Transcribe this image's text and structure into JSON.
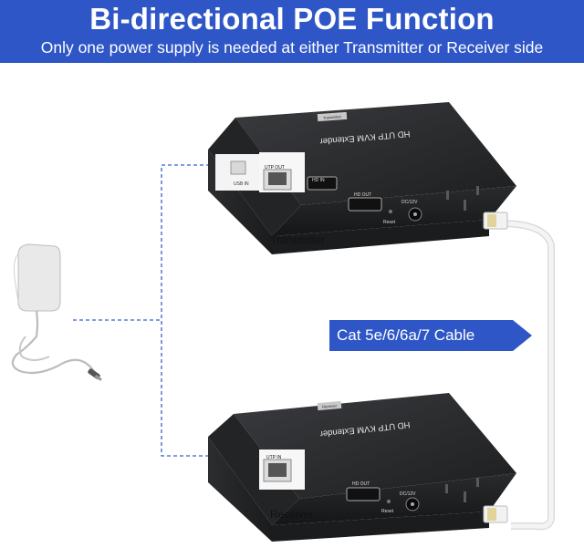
{
  "header": {
    "title": "Bi-directional POE Function",
    "subtitle": "Only one power supply is needed at either Transmitter or Receiver side",
    "background_color": "#2f56c6"
  },
  "transmitter": {
    "label": "Transmitter",
    "top_text": "HD UTP KVM Extender",
    "badge": "Transmitter",
    "ports": {
      "usb_in": "USB IN",
      "utp_out": "UTP OUT",
      "hd_in": "HD IN",
      "hd_out": "HD OUT",
      "dc": "DC/12V",
      "reset": "Reset"
    }
  },
  "receiver": {
    "label": "Receiver",
    "top_text": "HD UTP KVM Extender",
    "badge": "Receiver",
    "ports": {
      "utp_in": "UTP IN",
      "hd_out": "HD OUT",
      "dc": "DC/12V",
      "reset": "Reset"
    }
  },
  "cable": {
    "label": "Cat 5e/6/6a/7 Cable",
    "tag_color": "#2f56c6"
  },
  "power_supply": {
    "icon": "power-adapter-icon"
  },
  "colors": {
    "dashed_line": "#3a5fcf",
    "device_body": "#2b2c2e"
  }
}
